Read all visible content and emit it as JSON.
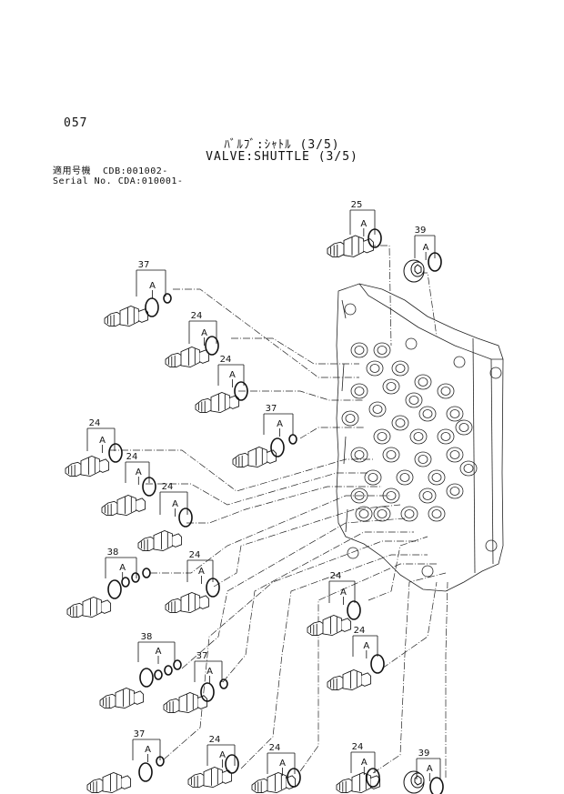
{
  "header": {
    "page_number": "057",
    "title_jp": "ﾊﾞﾙﾌﾞ:ｼｬﾄﾙ (3/5)",
    "title_en": "VALVE:SHUTTLE (3/5)",
    "serial_line1": "適用号機  CDB:001002-",
    "serial_line2": "Serial No. CDA:010001-"
  },
  "callouts": [
    {
      "part": "25",
      "sub": "A"
    },
    {
      "part": "39",
      "sub": "A"
    },
    {
      "part": "37",
      "sub": "A"
    },
    {
      "part": "24",
      "sub": "A"
    },
    {
      "part": "24",
      "sub": "A"
    },
    {
      "part": "37",
      "sub": "A"
    },
    {
      "part": "24",
      "sub": "A"
    },
    {
      "part": "24",
      "sub": "A"
    },
    {
      "part": "24",
      "sub": "A"
    },
    {
      "part": "38",
      "sub": "A"
    },
    {
      "part": "24",
      "sub": "A"
    },
    {
      "part": "24",
      "sub": "A"
    },
    {
      "part": "24",
      "sub": "A"
    },
    {
      "part": "38",
      "sub": "A"
    },
    {
      "part": "37",
      "sub": "A"
    },
    {
      "part": "24",
      "sub": "A"
    },
    {
      "part": "37",
      "sub": "A"
    },
    {
      "part": "24",
      "sub": "A"
    },
    {
      "part": "24",
      "sub": "A"
    },
    {
      "part": "24",
      "sub": "A"
    },
    {
      "part": "39",
      "sub": "A"
    }
  ]
}
